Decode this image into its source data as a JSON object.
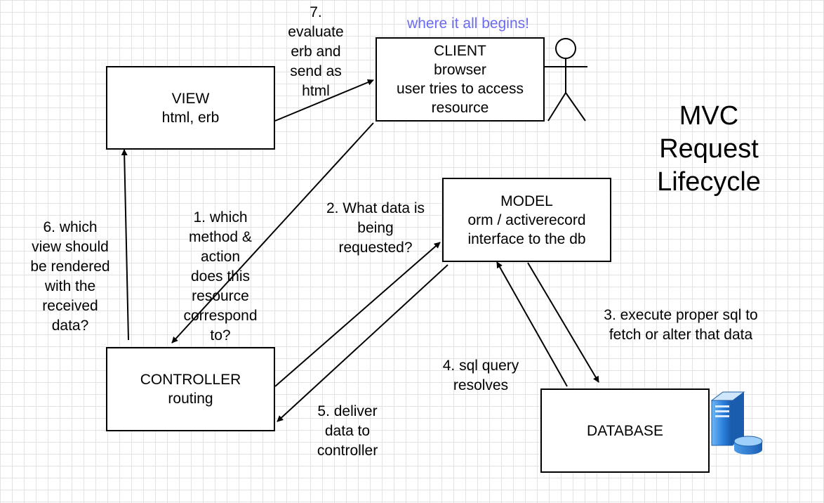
{
  "title": [
    "MVC",
    "Request",
    "Lifecycle"
  ],
  "note": {
    "text": "where it all begins!",
    "color": "#6b6bf0"
  },
  "boxes": {
    "view": [
      "VIEW",
      "html, erb"
    ],
    "client": [
      "CLIENT",
      "browser",
      "user tries to access",
      "resource"
    ],
    "model": [
      "MODEL",
      "orm / activerecord",
      "interface to the db"
    ],
    "controller": [
      "CONTROLLER",
      "routing"
    ],
    "database": [
      "DATABASE"
    ]
  },
  "steps": {
    "s1": [
      "1. which",
      "method &",
      "action",
      "does this",
      "resource",
      "correspond",
      "to?"
    ],
    "s2": [
      "2. What data is",
      "being",
      "requested?"
    ],
    "s3": [
      "3. execute proper sql to",
      "fetch or alter that data"
    ],
    "s4": [
      "4. sql query",
      "resolves"
    ],
    "s5": [
      "5. deliver",
      "data to",
      "controller"
    ],
    "s6": [
      "6. which",
      "view should",
      "be rendered",
      "with the",
      "received",
      "data?"
    ],
    "s7": [
      "7.",
      "evaluate",
      "erb and",
      "send as",
      "html"
    ]
  },
  "icons": [
    "stick-figure-icon",
    "database-server-icon"
  ]
}
